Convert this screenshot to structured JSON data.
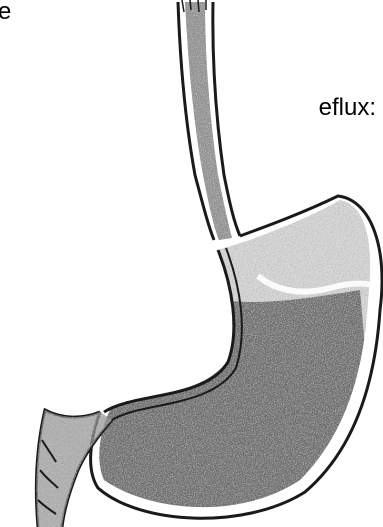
{
  "caption_fragments": {
    "top": "e",
    "middle": "eflux:"
  },
  "illustration": {
    "subject": "stomach-and-esophagus-drawing",
    "ink_color": "#1a1a1a",
    "stipple_dark": "#3a3a3a",
    "stipple_light": "#bdbdbd"
  }
}
